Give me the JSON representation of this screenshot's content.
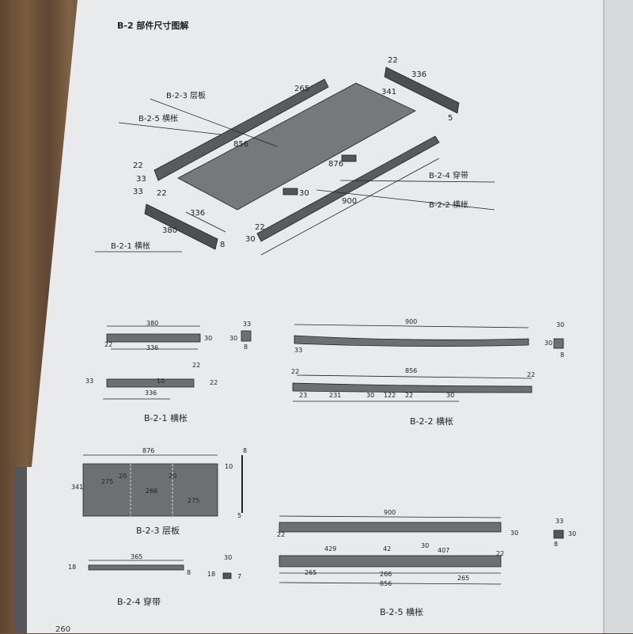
{
  "heading": "B-2 部件尺寸图解",
  "page_number": "260",
  "isometric": {
    "labels": [
      "B-2-3 层板",
      "B-2-5 横枨",
      "B-2-4 穿带",
      "B-2-2 横枨",
      "B-2-1 横枨"
    ],
    "dims": [
      "22",
      "336",
      "265",
      "341",
      "5",
      "856",
      "876",
      "22",
      "33",
      "33",
      "22",
      "336",
      "380",
      "8",
      "30",
      "22",
      "30",
      "900"
    ]
  },
  "views": {
    "b21": {
      "caption": "B-2-1 横枨",
      "dims": [
        "380",
        "30",
        "22",
        "336",
        "33",
        "30",
        "8",
        "22",
        "33",
        "10",
        "22",
        "336"
      ]
    },
    "b22": {
      "caption": "B-2-2 横枨",
      "dims": [
        "900",
        "33",
        "30",
        "30",
        "8",
        "22",
        "856",
        "22",
        "23",
        "231",
        "30",
        "122",
        "22",
        "30"
      ]
    },
    "b23": {
      "caption": "B-2-3 层板",
      "dims": [
        "876",
        "341",
        "275",
        "20",
        "266",
        "20",
        "275",
        "8",
        "10",
        "5"
      ]
    },
    "b24": {
      "caption": "B-2-4 穿带",
      "dims": [
        "365",
        "18",
        "8",
        "30",
        "18",
        "7"
      ]
    },
    "b25": {
      "caption": "B-2-5 横枨",
      "dims": [
        "900",
        "30",
        "22",
        "429",
        "42",
        "30",
        "407",
        "22",
        "265",
        "266",
        "265",
        "856",
        "33",
        "30",
        "8"
      ]
    }
  },
  "colors": {
    "paper": "#e9eaec",
    "part": "#6e6f72",
    "line": "#222222"
  }
}
